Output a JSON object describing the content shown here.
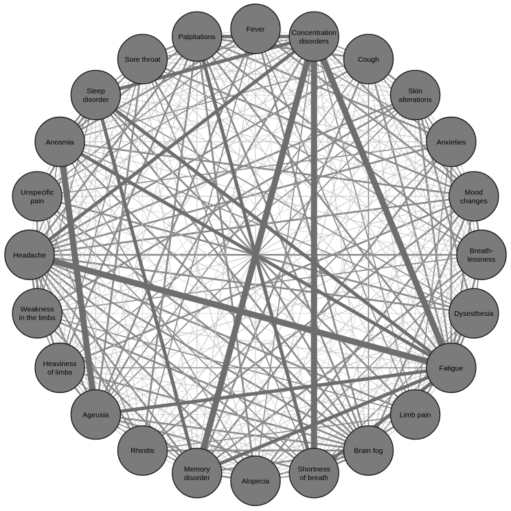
{
  "nodes": [
    {
      "id": "conc",
      "lines": [
        "Concentration",
        "disorders"
      ]
    },
    {
      "id": "cough",
      "lines": [
        "Cough"
      ]
    },
    {
      "id": "skin",
      "lines": [
        "Skin",
        "alterations"
      ]
    },
    {
      "id": "anx",
      "lines": [
        "Anxieties"
      ]
    },
    {
      "id": "mood",
      "lines": [
        "Mood",
        "changes"
      ]
    },
    {
      "id": "breath",
      "lines": [
        "Breath-",
        "lessness"
      ]
    },
    {
      "id": "dys",
      "lines": [
        "Dysesthesia"
      ]
    },
    {
      "id": "fat",
      "lines": [
        "Fatigue"
      ]
    },
    {
      "id": "limbp",
      "lines": [
        "Limb pain"
      ]
    },
    {
      "id": "fog",
      "lines": [
        "Brain fog"
      ]
    },
    {
      "id": "sob",
      "lines": [
        "Shortness",
        "of breath"
      ]
    },
    {
      "id": "alo",
      "lines": [
        "Alopecia"
      ]
    },
    {
      "id": "mem",
      "lines": [
        "Memory",
        "disorder"
      ]
    },
    {
      "id": "rhin",
      "lines": [
        "Rhinitis"
      ]
    },
    {
      "id": "ageu",
      "lines": [
        "Ageusia"
      ]
    },
    {
      "id": "heavy",
      "lines": [
        "Heaviness",
        "of limbs"
      ]
    },
    {
      "id": "weak",
      "lines": [
        "Weakness",
        "in the limbs"
      ]
    },
    {
      "id": "head",
      "lines": [
        "Headache"
      ]
    },
    {
      "id": "unsp",
      "lines": [
        "Unspecific",
        "pain"
      ]
    },
    {
      "id": "anos",
      "lines": [
        "Anosmia"
      ]
    },
    {
      "id": "sleep",
      "lines": [
        "Sleep",
        "disorder"
      ]
    },
    {
      "id": "sore",
      "lines": [
        "Sore throat"
      ]
    },
    {
      "id": "palp",
      "lines": [
        "Palpitations"
      ]
    },
    {
      "id": "fever",
      "lines": [
        "Fever"
      ]
    }
  ],
  "edge_weights": {
    "strong": [
      [
        "conc",
        "fat",
        3
      ],
      [
        "conc",
        "mem",
        3
      ],
      [
        "conc",
        "sob",
        3
      ],
      [
        "head",
        "fat",
        3
      ],
      [
        "anos",
        "ageu",
        3
      ],
      [
        "fat",
        "mem",
        2
      ],
      [
        "fat",
        "sob",
        2
      ],
      [
        "conc",
        "head",
        2
      ],
      [
        "conc",
        "sleep",
        2
      ],
      [
        "fat",
        "ageu",
        2
      ],
      [
        "palp",
        "sob",
        2
      ],
      [
        "sleep",
        "mem",
        2
      ],
      [
        "sleep",
        "fat",
        2
      ],
      [
        "anos",
        "fat",
        2
      ],
      [
        "conc",
        "palp",
        2
      ]
    ],
    "default": 0,
    "colors": {
      "strong": "#6e6e6e",
      "medium": "#8a8a8a",
      "light": "#c4c4c4",
      "node_fill": "#7b7b7b"
    }
  }
}
